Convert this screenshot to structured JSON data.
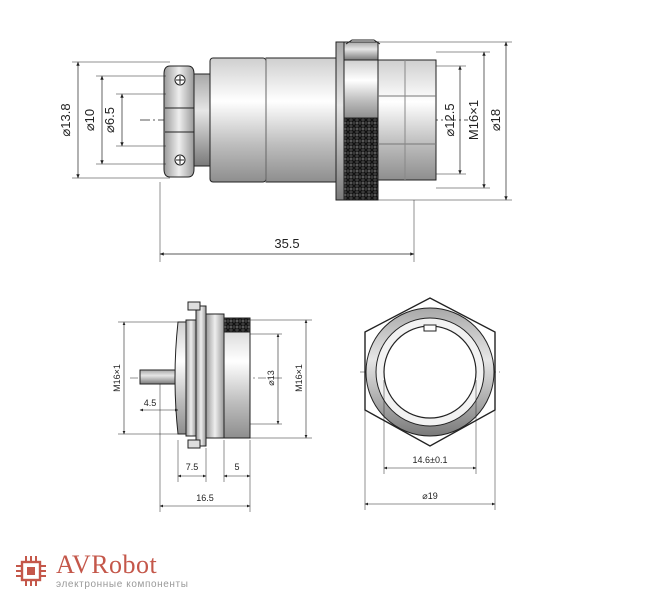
{
  "side_view": {
    "dims": {
      "d13_8": "⌀13.8",
      "d10": "⌀10",
      "d6_5": "⌀6.5",
      "d12_5": "⌀12.5",
      "m16": "M16×1",
      "d18": "⌀18",
      "len35_5": "35.5"
    }
  },
  "socket_view": {
    "dims": {
      "m16_left": "M16×1",
      "d13": "⌀13",
      "m16_right": "M16×1",
      "len4_5": "4.5",
      "len7_5": "7.5",
      "len5": "5",
      "len16_5": "16.5"
    }
  },
  "front_view": {
    "dims": {
      "d14_6": "14.6±0.1",
      "d19": "⌀19"
    }
  },
  "brand": {
    "name": "AVRobot",
    "tagline": "электронные компоненты",
    "color": "#c4574a"
  }
}
